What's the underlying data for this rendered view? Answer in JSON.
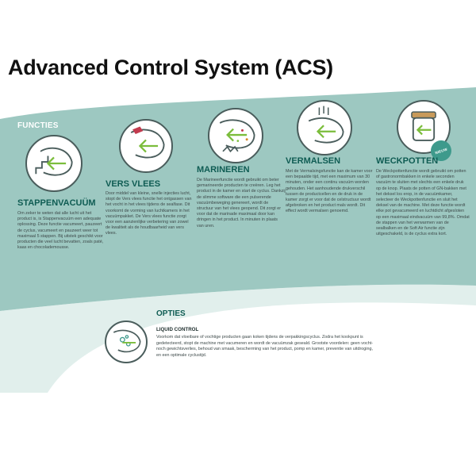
{
  "page": {
    "title": "Advanced Control System (ACS)"
  },
  "colors": {
    "band": "#9dc8c1",
    "band_light": "#c9e1dd",
    "heading": "#0f5c53",
    "icon_stroke": "#4a5d5c",
    "arrow_green": "#7bbd3b",
    "badge": "#3e9a8c",
    "meat_red": "#c23b4e"
  },
  "functies": {
    "label": "FUNCTIES",
    "badge": "NIEUW",
    "items": [
      {
        "title": "STAPPENVACUÜM",
        "icon": "vacuum-steps-icon",
        "description": "Om zeker te weten dat alle lucht uit het product is, is Stappenvacuüm een adequate oplossing. Deze functie vacumeert, pauzeert de cyclus, vacumeert en pauzeert weer tot maximaal 5 stappen. Bij uitstek geschikt voor producten die veel lucht bevatten, zoals paté, kaas en chocolademousse."
      },
      {
        "title": "VERS VLEES",
        "icon": "fresh-meat-icon",
        "description": "Door middel van kleine, snelle injecties lucht, stopt de Vers vlees functie het ontgassen van het vocht in het vlees tijdens de sealfase. Dit voorkomt de vorming van luchtkamers in het vacuümpakket. De Vers vlees functie zorgt voor een aanzienlijke verbetering van zowel de kwaliteit als de houdbaarheid van vers vlees."
      },
      {
        "title": "MARINEREN",
        "icon": "marinate-icon",
        "description": "De Marineerfunctie wordt gebruikt om beter gemarineerde producten te creëren. Leg het product in de kamer en start de cyclus. Dankzij de slimme software die een pulserende vacuümbeweging genereert, wordt de structuur van het vlees geopend. Dit zorgt er voor dat de marinade maximaal door kan dringen in het product. In minuten in plaats van uren."
      },
      {
        "title": "VERMALSEN",
        "icon": "tenderize-icon",
        "description": "Met de Vermalsingsfunctie kan de kamer voor een bepaalde tijd, met een maximum van 30 minuten, onder een continu vacuüm worden gehouden. Het aanhoudende drukverschil tussen de productcellen en de druk in de kamer zorgt er voor dat de celstructuur wordt afgebroken en het product mals wordt. Dit effect wordt vermalsen genoemd."
      },
      {
        "title": "WECKPOTTEN",
        "icon": "jar-icon",
        "description": "De Weckpottenfunctie wordt gebruikt om potten of gastronormbakken in enkele seconden vacuüm te sluiten met slechts een enkele druk op de knop. Plaats de potten of GN-bakken met het deksel los erop, in de vacuümkamer, selecteer de Weckpottenfunctie en sluit het deksel van de machine. Met deze functie wordt elke pot gevacumeerd en luchtdicht afgesloten op een maximaal eindvacuüm van 99,8%. Omdat de stappen van het verwarmen van de sealbalken en de Soft Air functie zijn uitgeschakeld, is de cyclus extra kort."
      }
    ]
  },
  "opties": {
    "label": "OPTIES",
    "item": {
      "title": "LIQUID CONTROL",
      "icon": "liquid-control-icon",
      "description": "Voorkom dat vloeibare of vochtige producten gaan koken tijdens de verpakkingscyclus. Zodra het kookpunt is gedetecteerd, stopt de machine met vacumeren en wordt de vacuümzak geseald. Grootste voordelen: geen vocht- noch gewichtsverlies, behoud van smaak, bescherming van het product, pomp en kamer, preventie van uitdroging, en een optimale cyclustijd."
    }
  }
}
